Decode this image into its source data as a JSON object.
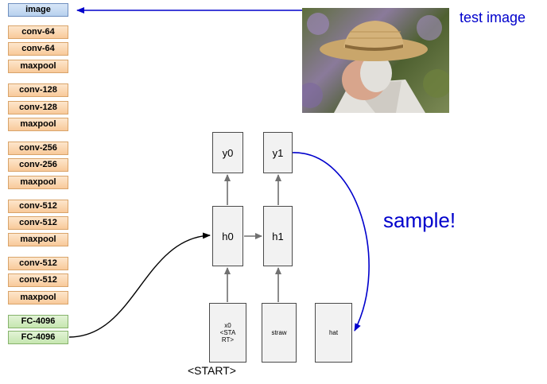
{
  "cnn": {
    "layers": [
      {
        "label": "image"
      },
      {
        "label": "conv-64"
      },
      {
        "label": "conv-64"
      },
      {
        "label": "maxpool"
      },
      {
        "label": "conv-128"
      },
      {
        "label": "conv-128"
      },
      {
        "label": "maxpool"
      },
      {
        "label": "conv-256"
      },
      {
        "label": "conv-256"
      },
      {
        "label": "maxpool"
      },
      {
        "label": "conv-512"
      },
      {
        "label": "conv-512"
      },
      {
        "label": "maxpool"
      },
      {
        "label": "conv-512"
      },
      {
        "label": "conv-512"
      },
      {
        "label": "maxpool"
      },
      {
        "label": "FC-4096"
      },
      {
        "label": "FC-4096"
      }
    ],
    "colors": {
      "input": "#b8d1ee",
      "conv": "#f8c99a",
      "fc": "#c6e6b0"
    }
  },
  "test_image_label": "test image",
  "sample_label": "sample!",
  "rnn": {
    "outputs": [
      "y0",
      "y1"
    ],
    "hidden": [
      "h0",
      "h1"
    ],
    "inputs": [
      "x0\n<STA\nRT>",
      "straw",
      "hat"
    ],
    "start_label": "<START>"
  },
  "colors": {
    "annotation": "#0000cc",
    "arrow": "#707070"
  }
}
